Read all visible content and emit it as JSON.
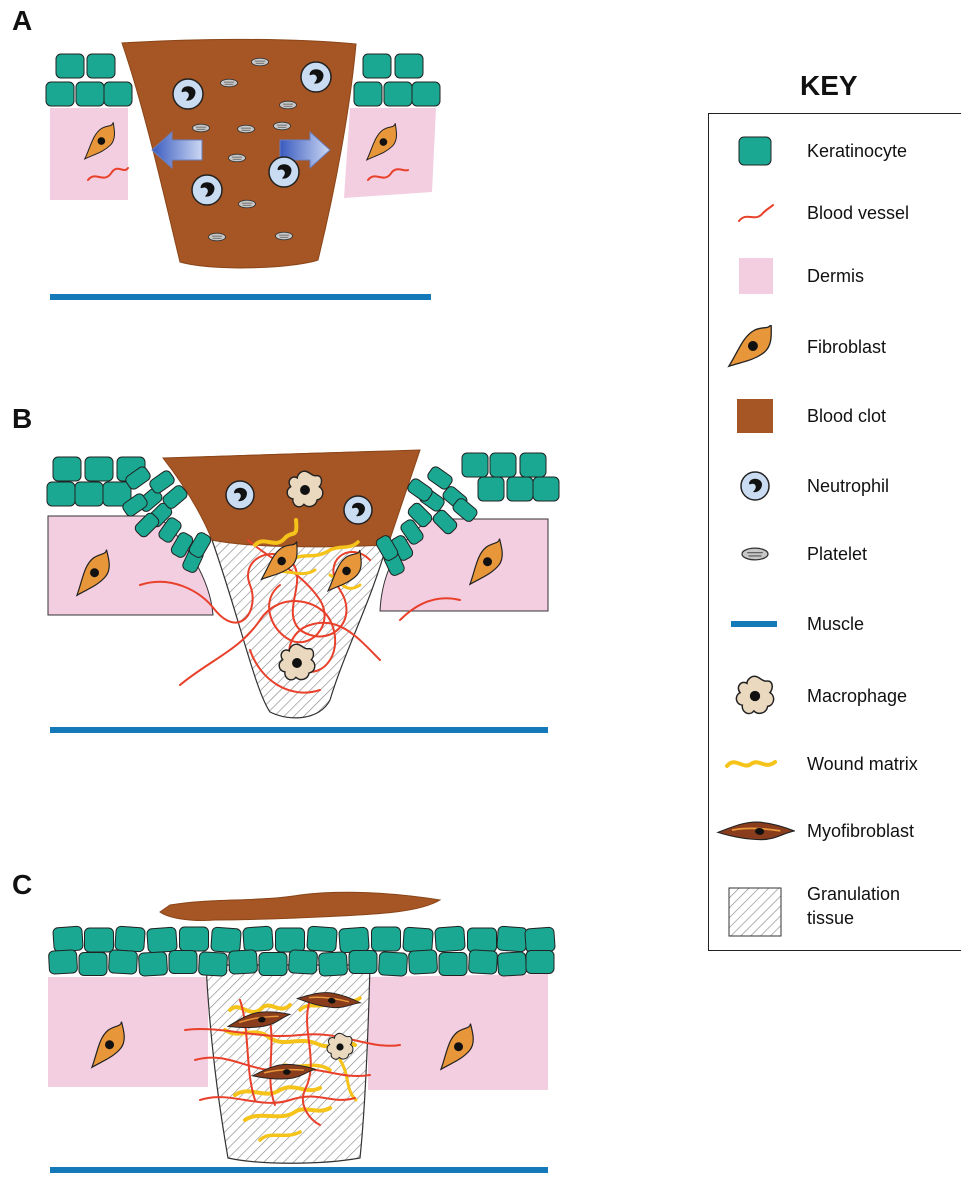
{
  "panels": [
    {
      "id": "A",
      "label": "A"
    },
    {
      "id": "B",
      "label": "B"
    },
    {
      "id": "C",
      "label": "C"
    }
  ],
  "key": {
    "title": "KEY",
    "items": [
      {
        "name": "keratinocyte-key-item",
        "icon": "keratinocyte-icon",
        "label": "Keratinocyte"
      },
      {
        "name": "blood-vessel-key-item",
        "icon": "blood-vessel-icon",
        "label": "Blood vessel"
      },
      {
        "name": "dermis-key-item",
        "icon": "dermis-icon",
        "label": "Dermis"
      },
      {
        "name": "fibroblast-key-item",
        "icon": "fibroblast-icon",
        "label": "Fibroblast"
      },
      {
        "name": "blood-clot-key-item",
        "icon": "blood-clot-icon",
        "label": "Blood clot"
      },
      {
        "name": "neutrophil-key-item",
        "icon": "neutrophil-icon",
        "label": "Neutrophil"
      },
      {
        "name": "platelet-key-item",
        "icon": "platelet-icon",
        "label": "Platelet"
      },
      {
        "name": "muscle-key-item",
        "icon": "muscle-icon",
        "label": "Muscle"
      },
      {
        "name": "macrophage-key-item",
        "icon": "macrophage-icon",
        "label": "Macrophage"
      },
      {
        "name": "wound-matrix-key-item",
        "icon": "wound-matrix-icon",
        "label": "Wound matrix"
      },
      {
        "name": "myofibroblast-key-item",
        "icon": "myofibroblast-icon",
        "label": "Myofibroblast"
      },
      {
        "name": "granulation-tissue-key-item",
        "icon": "granulation-tissue-icon",
        "label": "Granulation\ntissue"
      }
    ]
  },
  "colors": {
    "keratinocyte": "#1aa893",
    "blood_vessel": "#e8402a",
    "dermis": "#f3cde0",
    "fibroblast": "#e8963a",
    "blood_clot": "#a65524",
    "neutrophil": "#c9dcf2",
    "platelet": "#c8c8c8",
    "muscle": "#1479b8",
    "macrophage": "#ead9bf",
    "wound_matrix": "#f5c31a",
    "myofibroblast": "#8a3d1c",
    "outline": "#222222",
    "arrow": "#7f97d6"
  }
}
